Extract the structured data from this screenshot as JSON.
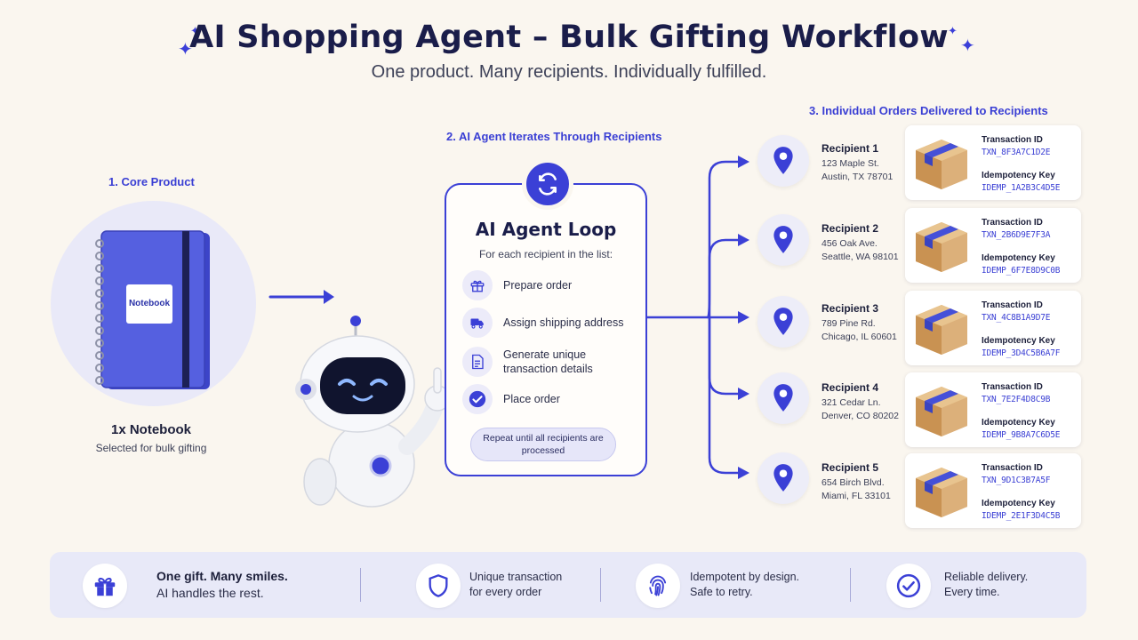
{
  "header": {
    "title": "AI Shopping Agent – Bulk Gifting Workflow",
    "subtitle": "One product. Many recipients. Individually fulfilled."
  },
  "sections": {
    "core_product": "1. Core Product",
    "agent_iterates": "2. AI Agent Iterates Through Recipients",
    "orders_delivered": "3. Individual Orders Delivered to Recipients"
  },
  "product": {
    "label_on_cover": "Notebook",
    "name": "1x Notebook",
    "subtitle": "Selected for bulk gifting"
  },
  "loop": {
    "title": "AI Agent Loop",
    "caption": "For each recipient in the list:",
    "steps": [
      {
        "label": "Prepare order",
        "icon": "gift-icon"
      },
      {
        "label": "Assign shipping address",
        "icon": "truck-icon"
      },
      {
        "label": "Generate unique transaction details",
        "icon": "document-icon"
      },
      {
        "label": "Place order",
        "icon": "check-circle-icon"
      }
    ],
    "repeat_note": "Repeat until all recipients are processed"
  },
  "recipients": [
    {
      "name": "Recipient 1",
      "street": "123 Maple St.",
      "city": "Austin, TX 78701",
      "txn_label": "Transaction ID",
      "txn": "TXN_8F3A7C1D2E",
      "idem_label": "Idempotency Key",
      "idem": "IDEMP_1A2B3C4D5E"
    },
    {
      "name": "Recipient 2",
      "street": "456 Oak Ave.",
      "city": "Seattle, WA 98101",
      "txn_label": "Transaction ID",
      "txn": "TXN_2B6D9E7F3A",
      "idem_label": "Idempotency Key",
      "idem": "IDEMP_6F7E8D9C0B"
    },
    {
      "name": "Recipient 3",
      "street": "789 Pine Rd.",
      "city": "Chicago, IL 60601",
      "txn_label": "Transaction ID",
      "txn": "TXN_4C8B1A9D7E",
      "idem_label": "Idempotency Key",
      "idem": "IDEMP_3D4C5B6A7F"
    },
    {
      "name": "Recipient 4",
      "street": "321 Cedar Ln.",
      "city": "Denver, CO 80202",
      "txn_label": "Transaction ID",
      "txn": "TXN_7E2F4D8C9B",
      "idem_label": "Idempotency Key",
      "idem": "IDEMP_9B8A7C6D5E"
    },
    {
      "name": "Recipient 5",
      "street": "654 Birch Blvd.",
      "city": "Miami, FL 33101",
      "txn_label": "Transaction ID",
      "txn": "TXN_9D1C3B7A5F",
      "idem_label": "Idempotency Key",
      "idem": "IDEMP_2E1F3D4C5B"
    }
  ],
  "footer": [
    {
      "icon": "gift-icon",
      "line1": "One gift. Many smiles.",
      "line2": "AI handles the rest."
    },
    {
      "icon": "shield-icon",
      "line1": "Unique transaction",
      "line2": "for every order"
    },
    {
      "icon": "fingerprint-icon",
      "line1": "Idempotent by design.",
      "line2": "Safe to retry."
    },
    {
      "icon": "check-circle-icon",
      "line1": "Reliable delivery.",
      "line2": "Every time."
    }
  ],
  "colors": {
    "accent": "#3b40d6",
    "background": "#faf6ef",
    "footer_bg": "#e8e9f8",
    "title": "#1a1d4a"
  }
}
